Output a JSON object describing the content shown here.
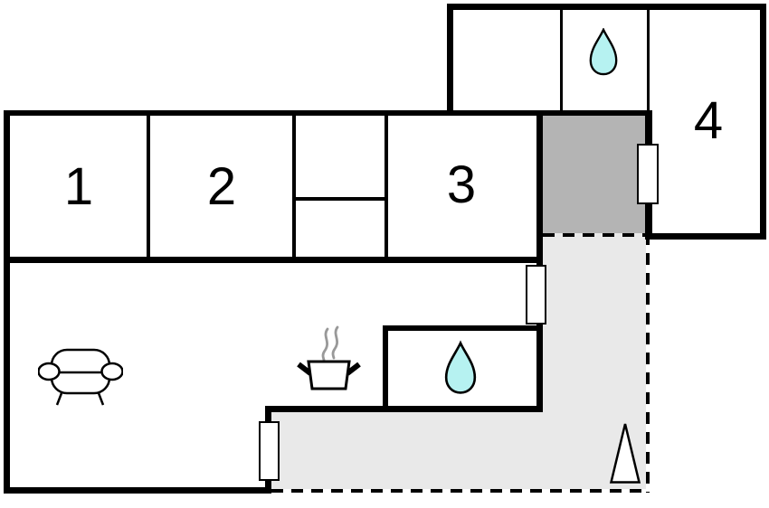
{
  "floorplan": {
    "rooms": [
      {
        "label": "1"
      },
      {
        "label": "2"
      },
      {
        "label": "3"
      },
      {
        "label": "4"
      }
    ],
    "icons": [
      "water-drop-icon (top bathroom)",
      "water-drop-icon (lower bathroom)",
      "sofa-icon (living room)",
      "stove-icon (kitchen)",
      "north-arrow-icon (terrace)",
      "door-marker (room 4)",
      "door-marker (living room to terrace)",
      "door-marker (living room south)"
    ],
    "colors": {
      "background": "#ffffff",
      "wall": "#000000",
      "dark_gray_area": "#b4b4b4",
      "light_gray_area": "#e9e9e9",
      "water_drop_fill": "#b6f2f1",
      "steam_gray": "#999999"
    }
  }
}
